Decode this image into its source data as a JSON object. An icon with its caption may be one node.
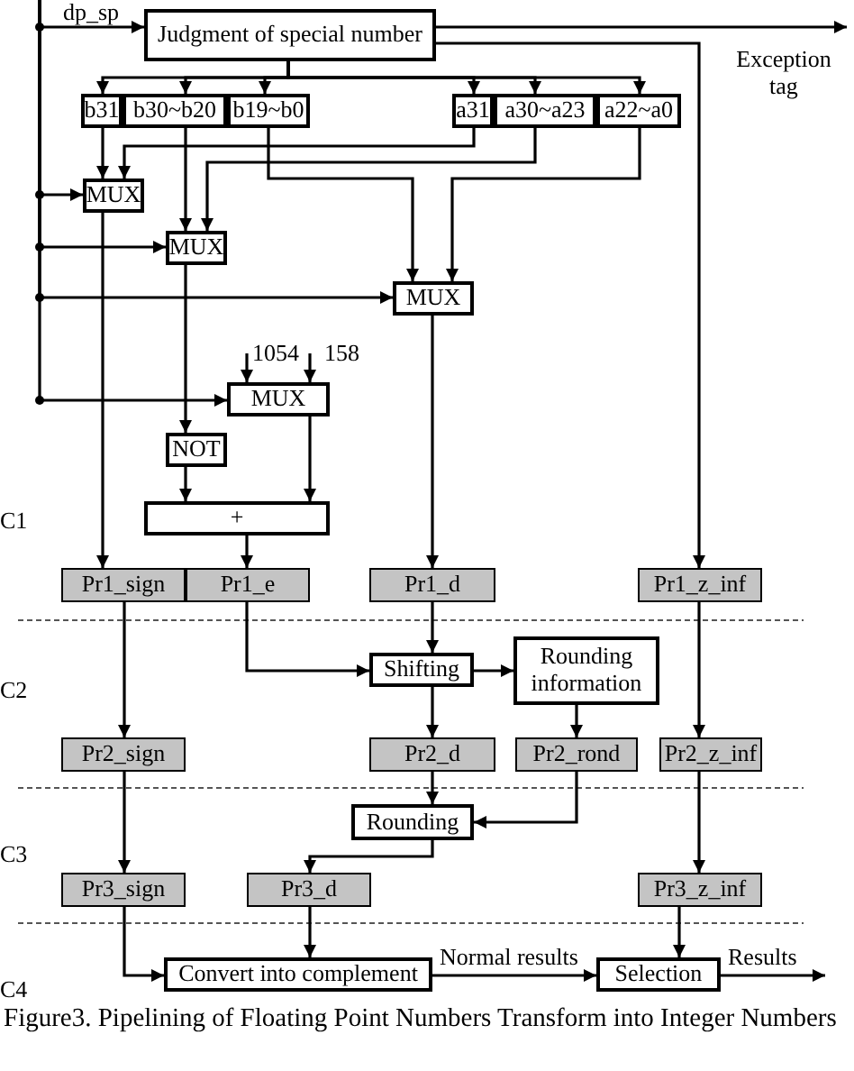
{
  "diagram": {
    "caption": "Figure3. Pipelining of Floating Point Numbers Transform into Integer Numbers",
    "nodes": [
      {
        "text": [
          "Judgment of special number"
        ]
      },
      {
        "text": [
          "b31"
        ]
      },
      {
        "text": [
          "b30~b20"
        ]
      },
      {
        "text": [
          "b19~b0"
        ]
      },
      {
        "text": [
          "a31"
        ]
      },
      {
        "text": [
          "a30~a23"
        ]
      },
      {
        "text": [
          "a22~a0"
        ]
      },
      {
        "text": [
          "MUX"
        ]
      },
      {
        "text": [
          "MUX"
        ]
      },
      {
        "text": [
          "MUX"
        ]
      },
      {
        "text": [
          "MUX"
        ]
      },
      {
        "text": [
          "NOT"
        ]
      },
      {
        "text": [
          "+"
        ]
      },
      {
        "text": [
          "Pr1_sign"
        ]
      },
      {
        "text": [
          "Pr1_e"
        ]
      },
      {
        "text": [
          "Pr1_d"
        ]
      },
      {
        "text": [
          "Pr1_z_inf"
        ]
      },
      {
        "text": [
          "Shifting"
        ]
      },
      {
        "text": [
          "Rounding information"
        ]
      },
      {
        "text": [
          "Pr2_sign"
        ]
      },
      {
        "text": [
          "Pr2_d"
        ]
      },
      {
        "text": [
          "Pr2_rond"
        ]
      },
      {
        "text": [
          "Pr2_z_inf"
        ]
      },
      {
        "text": [
          "Rounding"
        ]
      },
      {
        "text": [
          "Pr3_sign"
        ]
      },
      {
        "text": [
          "Pr3_d"
        ]
      },
      {
        "text": [
          "Pr3_z_inf"
        ]
      },
      {
        "text": [
          "Convert into complement"
        ]
      },
      {
        "text": [
          "Selection"
        ]
      }
    ],
    "edges": [
      {
        "from": null,
        "to": 0,
        "arrow": "to",
        "label": "dp_sp"
      },
      {
        "from": null,
        "to": 7,
        "arrow": "to"
      },
      {
        "from": null,
        "to": 8,
        "arrow": "to"
      },
      {
        "from": null,
        "to": 9,
        "arrow": "to"
      },
      {
        "from": null,
        "to": 10,
        "arrow": "to"
      },
      {
        "from": 0,
        "to": null,
        "arrow": "to",
        "label": "Exception tag"
      },
      {
        "from": 0,
        "to": 16,
        "arrow": "to"
      },
      {
        "from": 0,
        "to": 1,
        "arrow": "to"
      },
      {
        "from": 0,
        "to": 2,
        "arrow": "to"
      },
      {
        "from": 0,
        "to": 3,
        "arrow": "to"
      },
      {
        "from": 0,
        "to": 4,
        "arrow": "to"
      },
      {
        "from": 0,
        "to": 5,
        "arrow": "to"
      },
      {
        "from": 0,
        "to": 6,
        "arrow": "to"
      },
      {
        "from": 1,
        "to": 7,
        "arrow": "to"
      },
      {
        "from": 4,
        "to": 7,
        "arrow": "to"
      },
      {
        "from": 2,
        "to": 8,
        "arrow": "to"
      },
      {
        "from": 5,
        "to": 8,
        "arrow": "to"
      },
      {
        "from": 3,
        "to": 9,
        "arrow": "to"
      },
      {
        "from": 6,
        "to": 9,
        "arrow": "to"
      },
      {
        "from": null,
        "to": 10,
        "arrow": "to",
        "label": "1054"
      },
      {
        "from": null,
        "to": 10,
        "arrow": "to",
        "label": "158"
      },
      {
        "from": 7,
        "to": 13,
        "arrow": "to"
      },
      {
        "from": 8,
        "to": 11,
        "arrow": "to"
      },
      {
        "from": 11,
        "to": 12,
        "arrow": "to"
      },
      {
        "from": 10,
        "to": 12,
        "arrow": "to"
      },
      {
        "from": 12,
        "to": 14,
        "arrow": "to"
      },
      {
        "from": 9,
        "to": 15,
        "arrow": "to"
      },
      {
        "from": 13,
        "to": 19,
        "arrow": "to"
      },
      {
        "from": 14,
        "to": 17,
        "arrow": "to"
      },
      {
        "from": 15,
        "to": 17,
        "arrow": "to"
      },
      {
        "from": 17,
        "to": 18,
        "arrow": "to"
      },
      {
        "from": 17,
        "to": 20,
        "arrow": "to"
      },
      {
        "from": 18,
        "to": 21,
        "arrow": "to"
      },
      {
        "from": 16,
        "to": 22,
        "arrow": "to"
      },
      {
        "from": 20,
        "to": 23,
        "arrow": "to"
      },
      {
        "from": 21,
        "to": 23,
        "arrow": "to"
      },
      {
        "from": 19,
        "to": 24,
        "arrow": "to"
      },
      {
        "from": 23,
        "to": 25,
        "arrow": "to"
      },
      {
        "from": 22,
        "to": 26,
        "arrow": "to"
      },
      {
        "from": 24,
        "to": 27,
        "arrow": "to"
      },
      {
        "from": 25,
        "to": 27,
        "arrow": "to"
      },
      {
        "from": 26,
        "to": 28,
        "arrow": "to"
      },
      {
        "from": 27,
        "to": 28,
        "arrow": "to",
        "label": "Normal results"
      },
      {
        "from": 28,
        "to": null,
        "arrow": "to",
        "label": "Results"
      }
    ],
    "labels": [
      "C1",
      "C2",
      "C3",
      "C4"
    ]
  }
}
